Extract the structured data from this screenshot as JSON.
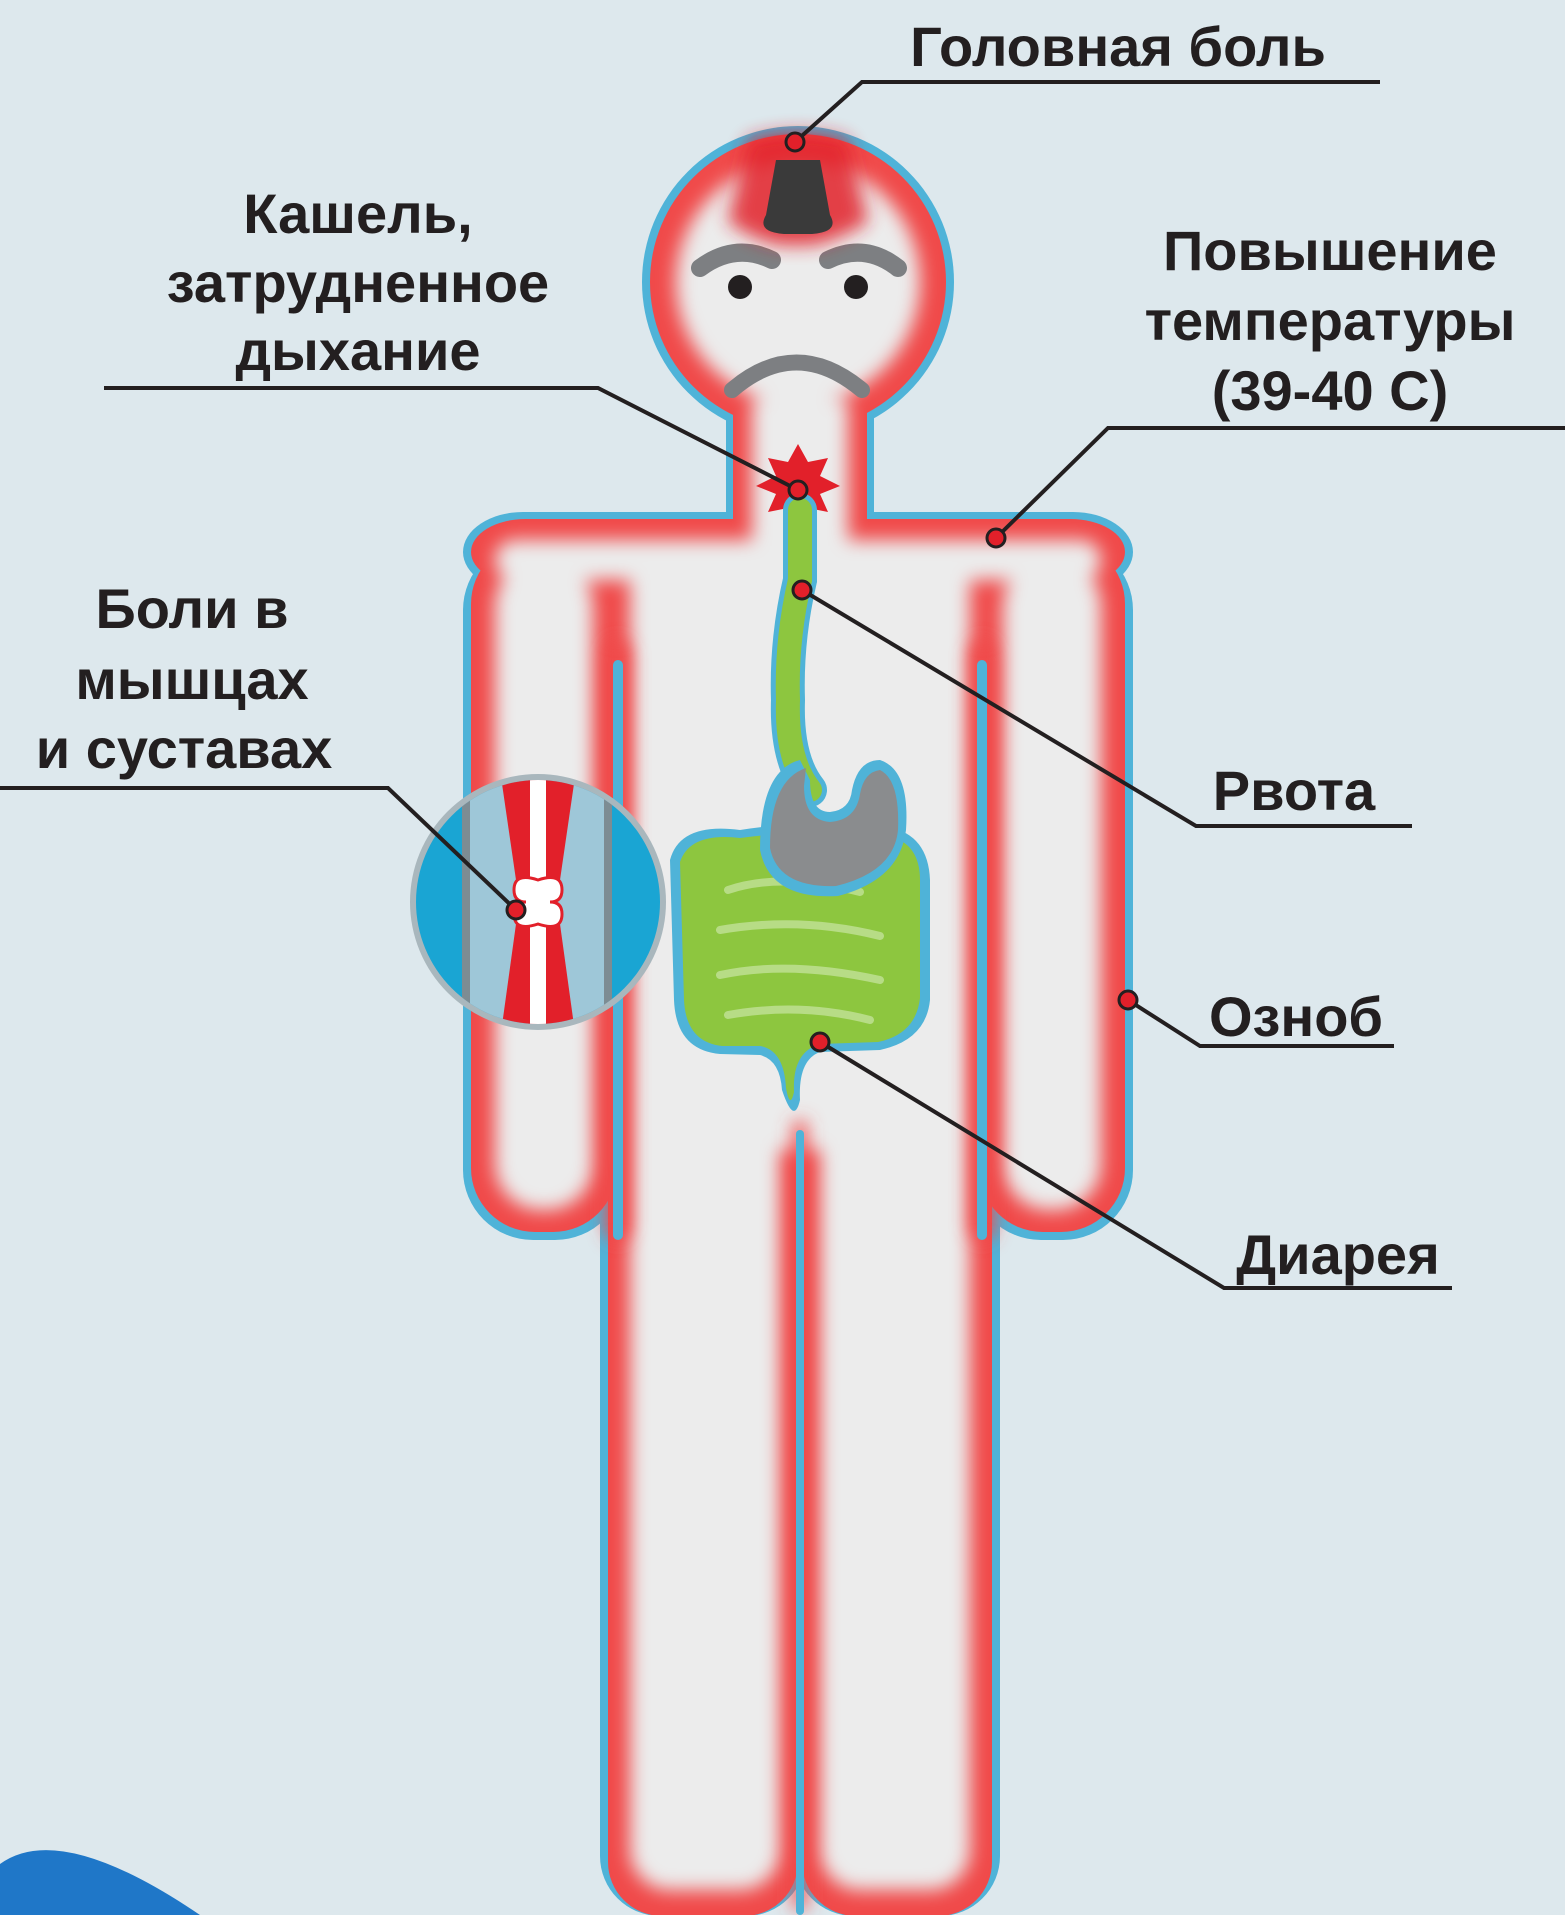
{
  "labels": {
    "headache": "Головная боль",
    "cough_line1": "Кашель,",
    "cough_line2": "затрудненное",
    "cough_line3": "дыхание",
    "fever_line1": "Повышение",
    "fever_line2": "температуры",
    "fever_line3": "(39-40 С)",
    "muscle_line1": "Боли в",
    "muscle_line2": "мышцах",
    "muscle_line3": "и суставах",
    "vomiting": "Рвота",
    "chills": "Озноб",
    "diarrhea": "Диарея"
  },
  "colors": {
    "background": "#dde8ed",
    "body_fill": "#ececec",
    "inflammation_red": "#e2202a",
    "outline_blue": "#4fb3d8",
    "digestive_green": "#8dc63f",
    "stomach_gray": "#8a8c8e",
    "joint_circle_blue": "#1aa5d3",
    "text": "#231f20"
  },
  "icons": {
    "body": "human-figure-icon",
    "brain": "brain-pain-icon",
    "throat": "throat-inflammation-icon",
    "digestive": "digestive-tract-icon",
    "joint": "joint-pain-icon"
  }
}
